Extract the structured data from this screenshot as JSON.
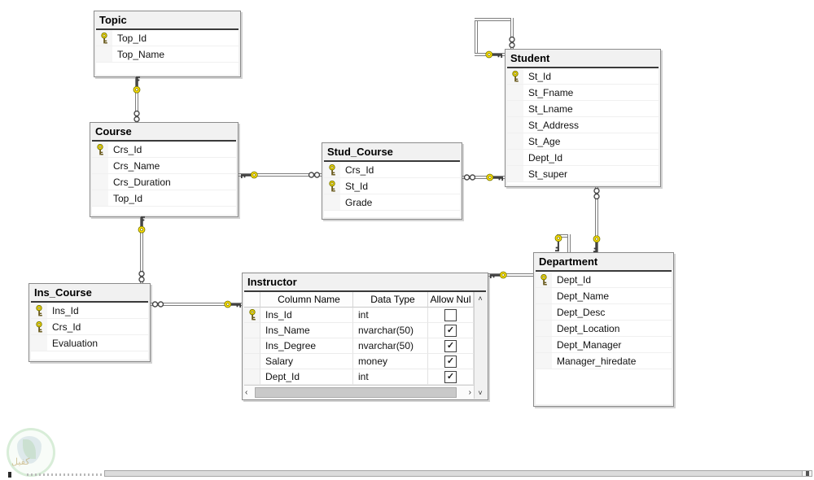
{
  "colors": {
    "key_yellow": "#ffe000",
    "key_outline": "#7a7a00",
    "line": "#7d7d7d",
    "title_underline": "#3a3a3a",
    "canvas": "#ffffff"
  },
  "icons": {
    "up_arrow": "˄",
    "down_arrow": "˅",
    "left_arrow": "‹",
    "right_arrow": "›",
    "check": "✓",
    "key_icon": "primary-key",
    "infinity_icon": "many-side"
  },
  "watermark": {
    "text": "كفيل"
  },
  "tables": {
    "topic": {
      "title": "Topic",
      "columns": [
        {
          "name": "Top_Id",
          "key": true
        },
        {
          "name": "Top_Name",
          "key": false
        }
      ]
    },
    "course": {
      "title": "Course",
      "columns": [
        {
          "name": "Crs_Id",
          "key": true
        },
        {
          "name": "Crs_Name",
          "key": false
        },
        {
          "name": "Crs_Duration",
          "key": false
        },
        {
          "name": "Top_Id",
          "key": false
        }
      ]
    },
    "stud_course": {
      "title": "Stud_Course",
      "columns": [
        {
          "name": "Crs_Id",
          "key": true
        },
        {
          "name": "St_Id",
          "key": true
        },
        {
          "name": "Grade",
          "key": false
        }
      ]
    },
    "student": {
      "title": "Student",
      "columns": [
        {
          "name": "St_Id",
          "key": true
        },
        {
          "name": "St_Fname",
          "key": false
        },
        {
          "name": "St_Lname",
          "key": false
        },
        {
          "name": "St_Address",
          "key": false
        },
        {
          "name": "St_Age",
          "key": false
        },
        {
          "name": "Dept_Id",
          "key": false
        },
        {
          "name": "St_super",
          "key": false
        }
      ]
    },
    "ins_course": {
      "title": "Ins_Course",
      "columns": [
        {
          "name": "Ins_Id",
          "key": true
        },
        {
          "name": "Crs_Id",
          "key": true
        },
        {
          "name": "Evaluation",
          "key": false
        }
      ]
    },
    "department": {
      "title": "Department",
      "columns": [
        {
          "name": "Dept_Id",
          "key": true
        },
        {
          "name": "Dept_Name",
          "key": false
        },
        {
          "name": "Dept_Desc",
          "key": false
        },
        {
          "name": "Dept_Location",
          "key": false
        },
        {
          "name": "Dept_Manager",
          "key": false
        },
        {
          "name": "Manager_hiredate",
          "key": false
        }
      ]
    },
    "instructor": {
      "title": "Instructor",
      "headers": {
        "name": "Column Name",
        "type": "Data Type",
        "nullable": "Allow Nul"
      },
      "rows": [
        {
          "name": "Ins_Id",
          "type": "int",
          "key": true,
          "null_glyph": ""
        },
        {
          "name": "Ins_Name",
          "type": "nvarchar(50)",
          "key": false,
          "null_glyph": "✓"
        },
        {
          "name": "Ins_Degree",
          "type": "nvarchar(50)",
          "key": false,
          "null_glyph": "✓"
        },
        {
          "name": "Salary",
          "type": "money",
          "key": false,
          "null_glyph": "✓"
        },
        {
          "name": "Dept_Id",
          "type": "int",
          "key": false,
          "null_glyph": "✓"
        }
      ]
    }
  },
  "relationships": [
    {
      "one_side": "Topic",
      "many_side": "Course"
    },
    {
      "one_side": "Course",
      "many_side": "Stud_Course"
    },
    {
      "one_side": "Student",
      "many_side": "Stud_Course"
    },
    {
      "one_side": "Course",
      "many_side": "Ins_Course"
    },
    {
      "one_side": "Instructor",
      "many_side": "Ins_Course"
    },
    {
      "one_side": "Instructor",
      "many_side": "Department"
    },
    {
      "one_side": "Department",
      "many_side": "Student"
    },
    {
      "one_side": "Student",
      "many_side": "Student"
    },
    {
      "one_side": "Department",
      "many_side": "Department"
    }
  ]
}
